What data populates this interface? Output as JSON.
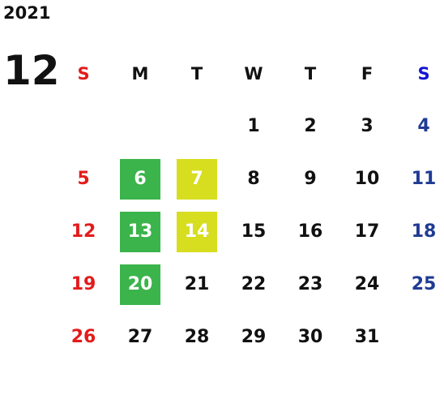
{
  "calendar": {
    "year": "2021",
    "month": "12",
    "weekdays": [
      "S",
      "M",
      "T",
      "W",
      "T",
      "F",
      "S"
    ],
    "first_weekday_index": 3,
    "days_in_month": 31,
    "highlight_colors": {
      "green": "#3bb44b",
      "yellow": "#d7de20"
    },
    "highlights": [
      {
        "day": 6,
        "color": "green"
      },
      {
        "day": 13,
        "color": "green"
      },
      {
        "day": 20,
        "color": "green"
      },
      {
        "day": 7,
        "color": "yellow"
      },
      {
        "day": 14,
        "color": "yellow"
      }
    ]
  }
}
